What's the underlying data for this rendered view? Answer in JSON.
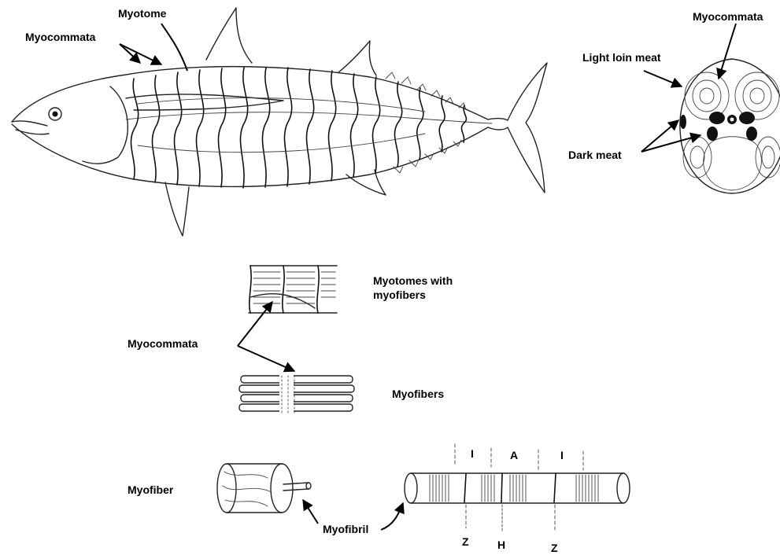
{
  "labels": {
    "myotome": "Myotome",
    "myocommata_fish": "Myocommata",
    "myocommata_cross": "Myocommata",
    "light_loin_meat": "Light loin meat",
    "dark_meat": "Dark meat",
    "myotomes_line1": "Myotomes with",
    "myotomes_line2": "myofibers",
    "myocommata_mid": "Myocommata",
    "myofibers": "Myofibers",
    "myofiber": "Myofiber",
    "myofibril": "Myofibril",
    "band_i_left": "I",
    "band_a": "A",
    "band_i_right": "I",
    "band_z_left": "Z",
    "band_h": "H",
    "band_z_right": "Z"
  }
}
